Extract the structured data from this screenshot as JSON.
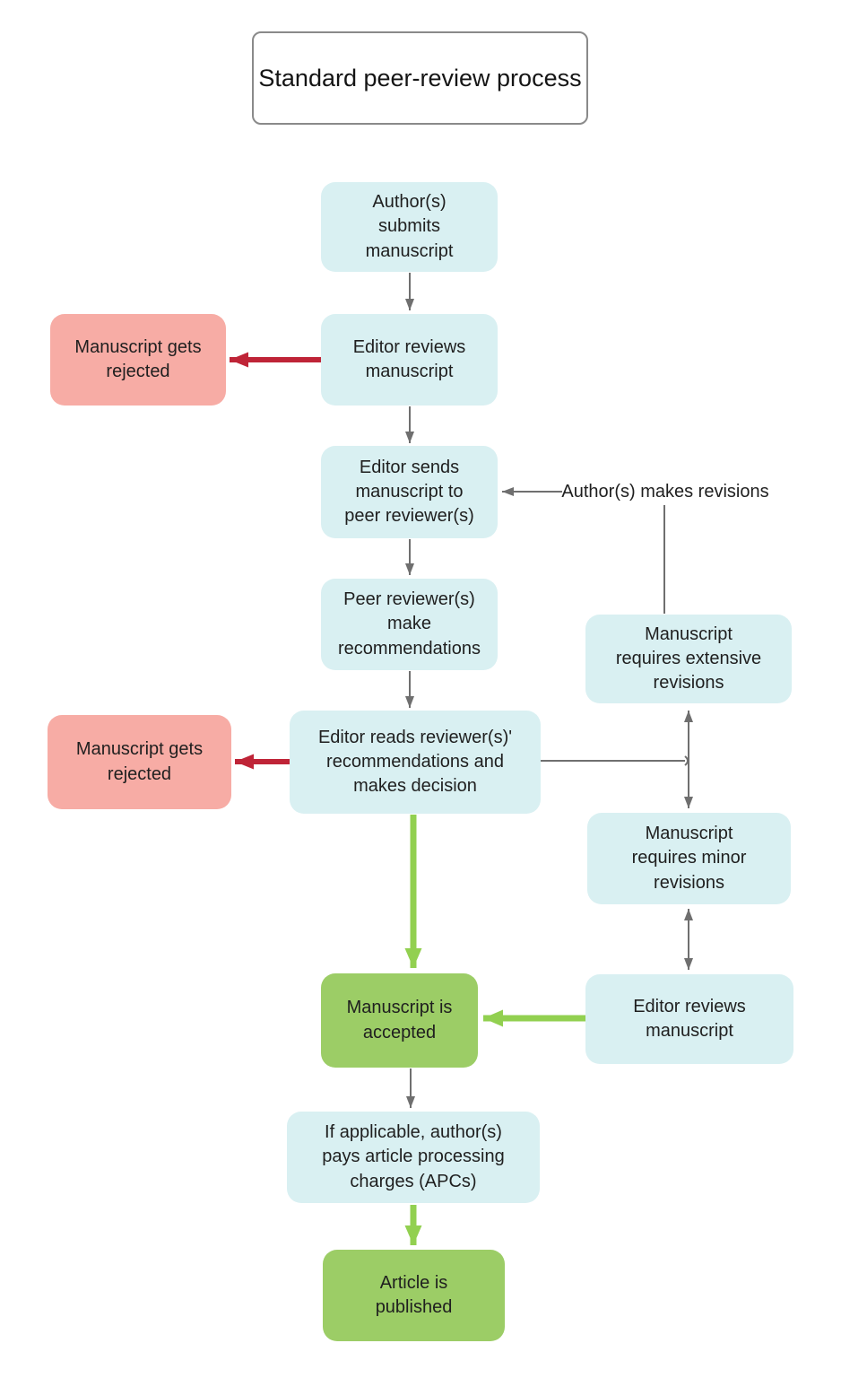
{
  "diagram": {
    "title": "Standard peer-review process",
    "nodes": {
      "submit": {
        "label": "Author(s)\nsubmits\nmanuscript",
        "type": "process"
      },
      "editor_review_1": {
        "label": "Editor reviews\nmanuscript",
        "type": "process"
      },
      "rejected_1": {
        "label": "Manuscript gets\nrejected",
        "type": "reject"
      },
      "send_to_reviewers": {
        "label": "Editor sends\nmanuscript to\npeer reviewer(s)",
        "type": "process"
      },
      "recommendations": {
        "label": "Peer reviewer(s)\nmake\nrecommendations",
        "type": "process"
      },
      "extensive": {
        "label": "Manuscript\nrequires extensive\nrevisions",
        "type": "process"
      },
      "decision": {
        "label": "Editor reads reviewer(s)'\nrecommendations and\nmakes decision",
        "type": "process"
      },
      "rejected_2": {
        "label": "Manuscript gets\nrejected",
        "type": "reject"
      },
      "minor": {
        "label": "Manuscript\nrequires minor\nrevisions",
        "type": "process"
      },
      "accepted": {
        "label": "Manuscript is\naccepted",
        "type": "accept"
      },
      "editor_review_2": {
        "label": "Editor reviews\nmanuscript",
        "type": "process"
      },
      "apc": {
        "label": "If applicable, author(s)\npays article processing\ncharges (APCs)",
        "type": "process"
      },
      "published": {
        "label": "Article is\npublished",
        "type": "accept"
      }
    },
    "floating_label": "Author(s) makes revisions",
    "colors": {
      "process_fill": "#d9f0f2",
      "reject_fill": "#f7aca5",
      "accept_fill": "#9ccd66",
      "accept_arrow_color": "#92d050",
      "reject_arrow_color": "#bf2437",
      "neutral_arrow_color": "#6f6f6f",
      "text_color": "#1f1f1f",
      "title_border_color": "#8a8a8a"
    }
  }
}
